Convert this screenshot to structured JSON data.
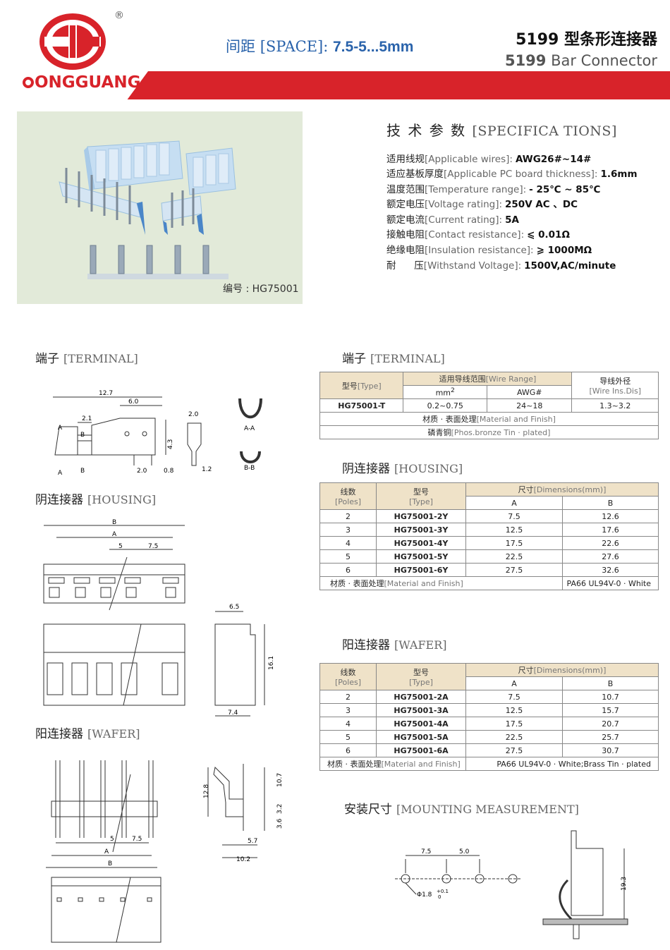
{
  "header": {
    "brand": "ONGGUANG",
    "registered": "®",
    "space_cn": "间距",
    "space_en": "[SPACE]:",
    "space_value": "7.5-5...5mm",
    "title_cn": "5199 型条形连接器",
    "title_en_num": "5199",
    "title_en": "Bar Connector"
  },
  "photo": {
    "caption": "编号 : HG75001"
  },
  "specs": {
    "heading_cn": "技 术 参 数",
    "heading_en": "[SPECIFICA TIONS]",
    "rows": [
      {
        "cn": "适用线规",
        "en": "[Applicable wires]:",
        "val": "AWG26#~14#"
      },
      {
        "cn": "适应基板厚度",
        "en": "[Applicable PC board thickness]:",
        "val": "1.6mm"
      },
      {
        "cn": "温度范围",
        "en": "[Temperature range]:",
        "val": "- 25℃ ~ 85℃"
      },
      {
        "cn": "额定电压",
        "en": "[Voltage rating]:",
        "val": "250V  AC 、DC"
      },
      {
        "cn": "额定电流",
        "en": "[Current rating]:",
        "val": "5A"
      },
      {
        "cn": "接触电阻",
        "en": "[Contact resistance]:",
        "val": "⩽ 0.01Ω"
      },
      {
        "cn": "绝缘电阻",
        "en": "[Insulation resistance]:",
        "val": "⩾ 1000MΩ"
      },
      {
        "cn": "耐      压",
        "en": "[Withstand Voltage]:",
        "val": "1500V,AC/minute"
      }
    ]
  },
  "sections": {
    "terminal_left": {
      "cn": "端子",
      "en": "[TERMINAL]"
    },
    "housing_left": {
      "cn": "阴连接器",
      "en": "[HOUSING]"
    },
    "wafer_left": {
      "cn": "阳连接器",
      "en": "[WAFER]"
    },
    "terminal_right": {
      "cn": "端子",
      "en": "[TERMINAL]"
    },
    "housing_right": {
      "cn": "阴连接器",
      "en": "[HOUSING]"
    },
    "wafer_right": {
      "cn": "阳连接器",
      "en": "[WAFER]"
    },
    "mounting": {
      "cn": "安装尺寸",
      "en": "[MOUNTING MEASUREMENT]"
    }
  },
  "terminal_table": {
    "type_cn": "型号",
    "type_en": "[Type]",
    "range_cn": "适用导线范围",
    "range_en": "[Wire Range]",
    "mm": "mm",
    "mm_sup": "2",
    "awg": "AWG#",
    "od_cn": "导线外径",
    "od_en": "[Wire Ins.Dis]",
    "model": "HG75001-T",
    "mm_val": "0.2~0.75",
    "awg_val": "24~18",
    "od_val": "1.3~3.2",
    "mat_cn": "材质 · 表面处理",
    "mat_en": "[Material and Finish]",
    "finish_cn": "磷青铜",
    "finish_en": "[Phos.bronze Tin ·  plated]"
  },
  "housing_table": {
    "poles_cn": "线数",
    "poles_en": "[Poles]",
    "type_cn": "型号",
    "type_en": "[Type]",
    "dim_cn": "尺寸",
    "dim_en": "[Dimensions(mm)]",
    "a": "A",
    "b": "B",
    "rows": [
      {
        "poles": "2",
        "type": "HG75001-2Y",
        "a": "7.5",
        "b": "12.6"
      },
      {
        "poles": "3",
        "type": "HG75001-3Y",
        "a": "12.5",
        "b": "17.6"
      },
      {
        "poles": "4",
        "type": "HG75001-4Y",
        "a": "17.5",
        "b": "22.6"
      },
      {
        "poles": "5",
        "type": "HG75001-5Y",
        "a": "22.5",
        "b": "27.6"
      },
      {
        "poles": "6",
        "type": "HG75001-6Y",
        "a": "27.5",
        "b": "32.6"
      }
    ],
    "mat_cn": "材质 · 表面处理",
    "mat_en": "[Material and Finish]",
    "mat_val": "PA66 UL94V-0 · White"
  },
  "wafer_table": {
    "poles_cn": "线数",
    "poles_en": "[Poles]",
    "type_cn": "型号",
    "type_en": "[Type]",
    "dim_cn": "尺寸",
    "dim_en": "[Dimensions(mm)]",
    "a": "A",
    "b": "B",
    "rows": [
      {
        "poles": "2",
        "type": "HG75001-2A",
        "a": "7.5",
        "b": "10.7"
      },
      {
        "poles": "3",
        "type": "HG75001-3A",
        "a": "12.5",
        "b": "15.7"
      },
      {
        "poles": "4",
        "type": "HG75001-4A",
        "a": "17.5",
        "b": "20.7"
      },
      {
        "poles": "5",
        "type": "HG75001-5A",
        "a": "22.5",
        "b": "25.7"
      },
      {
        "poles": "6",
        "type": "HG75001-6A",
        "a": "27.5",
        "b": "30.7"
      }
    ],
    "mat_cn": "材质 · 表面处理",
    "mat_en": "[Material and Finish]",
    "mat_val": "PA66 UL94V-0 · White;Brass Tin · plated"
  },
  "drawing_labels": {
    "t_12_7": "12.7",
    "t_6_0": "6.0",
    "t_2_1": "2.1",
    "t_2_0a": "2.0",
    "t_4_3": "4.3",
    "t_2_0b": "2.0",
    "t_0_8": "0.8",
    "t_1_2": "1.2",
    "t_a": "A",
    "t_b": "B",
    "t_aa": "A-A",
    "t_bb": "B-B",
    "h_b": "B",
    "h_a": "A",
    "h_5": "5",
    "h_7_5": "7.5",
    "h_6_5": "6.5",
    "h_16_1": "16.1",
    "h_7_4": "7.4",
    "w_5": "5",
    "w_7_5": "7.5",
    "w_a": "A",
    "w_b": "B",
    "w_12_8": "12.8",
    "w_10_7": "10.7",
    "w_3_2": "3.2",
    "w_3_6": "3.6",
    "w_5_7": "5.7",
    "w_10_2": "10.2",
    "m_7_5": "7.5",
    "m_5_0": "5.0",
    "m_hole": "Φ1.8",
    "m_tol_up": "+0.1",
    "m_tol_dn": "0",
    "m_19_3": "19.3"
  }
}
